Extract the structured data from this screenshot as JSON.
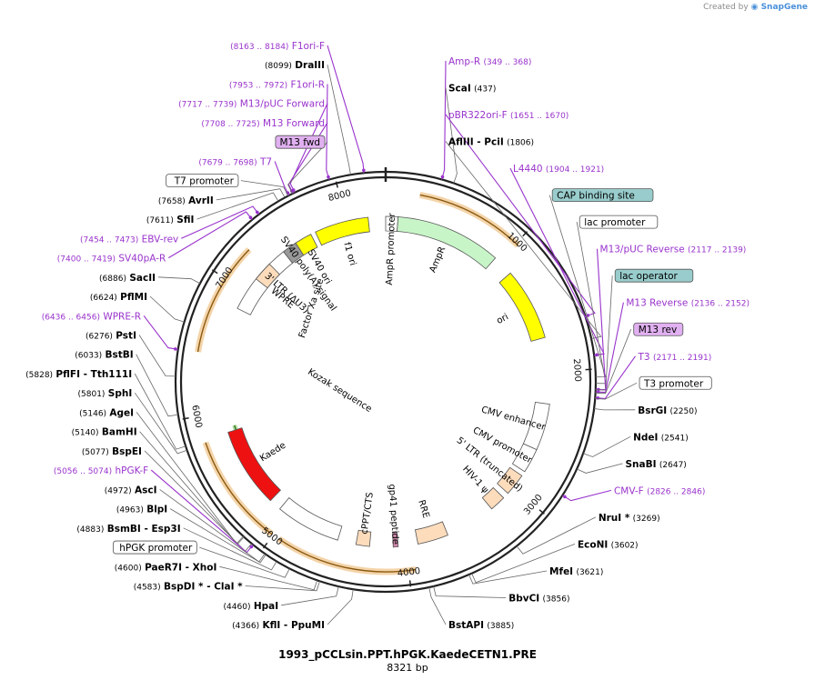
{
  "brand": {
    "prefix": "Created by",
    "name": "SnapGene"
  },
  "plasmid": {
    "name": "1993_pCCLsin.PPT.hPGK.KaedeCETN1.PRE",
    "length_label": "8321 bp",
    "total_bp": 8321
  },
  "colors": {
    "primer": "#9933cc",
    "enzyme": "#000000",
    "orange_feature": "#e6a040",
    "yellow": "#ffff00",
    "green": "#66bb44",
    "lightgreen": "#c8f5c8",
    "red": "#ee1111",
    "peach": "#fddcbc",
    "gray": "#999999",
    "teal_box": "#99cccc",
    "purple_box": "#e0b0f0"
  },
  "ticks": [
    {
      "label": "1000",
      "bp": 1000
    },
    {
      "label": "2000",
      "bp": 2000
    },
    {
      "label": "3000",
      "bp": 3000
    },
    {
      "label": "4000",
      "bp": 4000
    },
    {
      "label": "5000",
      "bp": 5000
    },
    {
      "label": "6000",
      "bp": 6000
    },
    {
      "label": "7000",
      "bp": 7000
    },
    {
      "label": "8000",
      "bp": 8000
    }
  ],
  "labels": [
    {
      "id": "f1ori-f",
      "kind": "primer",
      "coord": "(8163 .. 8184)",
      "name": "F1ori-F",
      "bp": 8184
    },
    {
      "id": "draiii",
      "kind": "enzyme",
      "coord": "(8099)",
      "name": "DraIII",
      "bp": 8099
    },
    {
      "id": "f1ori-r",
      "kind": "primer",
      "coord": "(7953 .. 7972)",
      "name": "F1ori-R",
      "bp": 7960
    },
    {
      "id": "m13-puc-forward",
      "kind": "primer",
      "coord": "(7717 .. 7739)",
      "name": "M13/pUC Forward",
      "bp": 7728
    },
    {
      "id": "m13-forward",
      "kind": "primer",
      "coord": "(7708 .. 7725)",
      "name": "M13 Forward",
      "bp": 7716
    },
    {
      "id": "m13-fwd",
      "kind": "box-purple",
      "coord": "",
      "name": "M13 fwd",
      "bp": 7712
    },
    {
      "id": "t7",
      "kind": "primer",
      "coord": "(7679 .. 7698)",
      "name": "T7",
      "bp": 7688
    },
    {
      "id": "t7-promoter",
      "kind": "box",
      "coord": "",
      "name": "T7 promoter",
      "bp": 7682
    },
    {
      "id": "avrii",
      "kind": "enzyme",
      "coord": "(7658)",
      "name": "AvrII",
      "bp": 7658
    },
    {
      "id": "sfii",
      "kind": "enzyme",
      "coord": "(7611)",
      "name": "SfiI",
      "bp": 7611
    },
    {
      "id": "ebv-rev",
      "kind": "primer",
      "coord": "(7454 .. 7473)",
      "name": "EBV-rev",
      "bp": 7463
    },
    {
      "id": "sv40pa-r",
      "kind": "primer",
      "coord": "(7400 .. 7419)",
      "name": "SV40pA-R",
      "bp": 7410
    },
    {
      "id": "sacii",
      "kind": "enzyme",
      "coord": "(6886)",
      "name": "SacII",
      "bp": 6886
    },
    {
      "id": "pfimi",
      "kind": "enzyme",
      "coord": "(6624)",
      "name": "PflMI",
      "bp": 6624
    },
    {
      "id": "wpre-r",
      "kind": "primer",
      "coord": "(6436 .. 6456)",
      "name": "WPRE-R",
      "bp": 6446
    },
    {
      "id": "psti",
      "kind": "enzyme",
      "coord": "(6276)",
      "name": "PstI",
      "bp": 6276
    },
    {
      "id": "bstbi",
      "kind": "enzyme",
      "coord": "(6033)",
      "name": "BstBI",
      "bp": 6033
    },
    {
      "id": "pflfi",
      "kind": "enzyme",
      "coord": "(5828)",
      "name": "PflFI",
      "extra": "- Tth111I",
      "bp": 5828
    },
    {
      "id": "sphi",
      "kind": "enzyme",
      "coord": "(5801)",
      "name": "SphI",
      "bp": 5801
    },
    {
      "id": "agei",
      "kind": "enzyme",
      "coord": "(5146)",
      "name": "AgeI",
      "bp": 5146
    },
    {
      "id": "bamhi",
      "kind": "enzyme",
      "coord": "(5140)",
      "name": "BamHI",
      "bp": 5140
    },
    {
      "id": "bspei",
      "kind": "enzyme",
      "coord": "(5077)",
      "name": "BspEI",
      "bp": 5077
    },
    {
      "id": "hpgk-f",
      "kind": "primer",
      "coord": "(5056 .. 5074)",
      "name": "hPGK-F",
      "bp": 5065
    },
    {
      "id": "asci",
      "kind": "enzyme",
      "coord": "(4972)",
      "name": "AscI",
      "bp": 4972
    },
    {
      "id": "blpi",
      "kind": "enzyme",
      "coord": "(4963)",
      "name": "BlpI",
      "bp": 4963
    },
    {
      "id": "bsmbi",
      "kind": "enzyme",
      "coord": "(4883)",
      "name": "BsmBI",
      "extra": "- Esp3I",
      "bp": 4883
    },
    {
      "id": "hpgk-promoter",
      "kind": "box",
      "coord": "",
      "name": "hPGK promoter",
      "bp": 4790
    },
    {
      "id": "paer7i",
      "kind": "enzyme",
      "coord": "(4600)",
      "name": "PaeR7I",
      "extra": "- XhoI",
      "bp": 4600
    },
    {
      "id": "bspdi",
      "kind": "enzyme",
      "coord": "(4583)",
      "name": "BspDI *",
      "extra": "- ClaI *",
      "bp": 4583
    },
    {
      "id": "hpai",
      "kind": "enzyme",
      "coord": "(4460)",
      "name": "HpaI",
      "bp": 4460
    },
    {
      "id": "kfli",
      "kind": "enzyme",
      "coord": "(4366)",
      "name": "KflI",
      "extra": "- PpuMI",
      "bp": 4366
    },
    {
      "id": "amp-r",
      "kind": "primer",
      "coord": "(349 .. 368)",
      "name": "Amp-R",
      "bp": 358,
      "right": true
    },
    {
      "id": "scai",
      "kind": "enzyme",
      "coord": "(437)",
      "name": "ScaI",
      "bp": 437,
      "right": true
    },
    {
      "id": "pbr322ori-f",
      "kind": "primer",
      "coord": "(1651 .. 1670)",
      "name": "pBR322ori-F",
      "bp": 1660,
      "right": true
    },
    {
      "id": "afliii",
      "kind": "enzyme",
      "coord": "(1806)",
      "name": "AflIII",
      "extra": "- PciI",
      "bp": 1806,
      "right": true
    },
    {
      "id": "l4440",
      "kind": "primer",
      "coord": "(1904 .. 1921)",
      "name": "L4440",
      "bp": 1912,
      "right": true
    },
    {
      "id": "cap-binding-site",
      "kind": "box-teal",
      "coord": "",
      "name": "CAP binding site",
      "bp": 2050,
      "right": true
    },
    {
      "id": "lac-promoter",
      "kind": "box",
      "coord": "",
      "name": "lac promoter",
      "bp": 2090,
      "right": true
    },
    {
      "id": "m13-puc-reverse",
      "kind": "primer",
      "coord": "(2117 .. 2139)",
      "name": "M13/pUC Reverse",
      "bp": 2128,
      "right": true
    },
    {
      "id": "lac-operator",
      "kind": "box-teal",
      "coord": "",
      "name": "lac operator",
      "bp": 2130,
      "right": true
    },
    {
      "id": "m13-reverse",
      "kind": "primer",
      "coord": "(2136 .. 2152)",
      "name": "M13 Reverse",
      "bp": 2144,
      "right": true
    },
    {
      "id": "m13-rev",
      "kind": "box-purple",
      "coord": "",
      "name": "M13 rev",
      "bp": 2150,
      "right": true
    },
    {
      "id": "t3",
      "kind": "primer",
      "coord": "(2171 .. 2191)",
      "name": "T3",
      "bp": 2181,
      "right": true
    },
    {
      "id": "t3-promoter",
      "kind": "box",
      "coord": "",
      "name": "T3 promoter",
      "bp": 2185,
      "right": true
    },
    {
      "id": "bsrgi",
      "kind": "enzyme",
      "coord": "(2250)",
      "name": "BsrGI",
      "bp": 2250,
      "right": true
    },
    {
      "id": "ndei",
      "kind": "enzyme",
      "coord": "(2541)",
      "name": "NdeI",
      "bp": 2541,
      "right": true
    },
    {
      "id": "snabi",
      "kind": "enzyme",
      "coord": "(2647)",
      "name": "SnaBI",
      "bp": 2647,
      "right": true
    },
    {
      "id": "cmv-f",
      "kind": "primer",
      "coord": "(2826 .. 2846)",
      "name": "CMV-F",
      "bp": 2836,
      "right": true
    },
    {
      "id": "nrui",
      "kind": "enzyme",
      "coord": "(3269)",
      "name": "NruI *",
      "bp": 3269,
      "right": true
    },
    {
      "id": "econi",
      "kind": "enzyme",
      "coord": "(3602)",
      "name": "EcoNI",
      "bp": 3602,
      "right": true
    },
    {
      "id": "mfei",
      "kind": "enzyme",
      "coord": "(3621)",
      "name": "MfeI",
      "bp": 3621,
      "right": true
    },
    {
      "id": "bbvci",
      "kind": "enzyme",
      "coord": "(3856)",
      "name": "BbvCI",
      "bp": 3856,
      "right": true
    },
    {
      "id": "bstapi",
      "kind": "enzyme",
      "coord": "(3885)",
      "name": "BstAPI",
      "bp": 3885,
      "right": true
    }
  ],
  "features": [
    {
      "id": "f1-ori",
      "label": "f1 ori",
      "start": 7740,
      "end": 8180,
      "color": "#ffff00",
      "strand": 1
    },
    {
      "id": "ampr-promoter",
      "label": "AmpR promoter",
      "start": 0,
      "end": 100,
      "color": "#ffffff",
      "strand": 1
    },
    {
      "id": "ampr",
      "label": "AmpR",
      "start": 100,
      "end": 960,
      "color": "#c8f5c8",
      "strand": 1
    },
    {
      "id": "ori",
      "label": "ori",
      "start": 1130,
      "end": 1720,
      "color": "#ffff00",
      "strand": 1
    },
    {
      "id": "cmv-enhancer",
      "label": "CMV enhancer",
      "start": 2260,
      "end": 2640,
      "color": "#ffffff",
      "strand": 1
    },
    {
      "id": "cmv-promoter",
      "label": "CMV promoter",
      "start": 2640,
      "end": 2840,
      "color": "#ffffff",
      "strand": 1
    },
    {
      "id": "ltr-5",
      "label": "5' LTR (truncated)",
      "start": 2880,
      "end": 3060,
      "color": "#fddcbc",
      "strand": 0
    },
    {
      "id": "hiv-psi",
      "label": "HIV-1 ψ",
      "start": 3110,
      "end": 3240,
      "color": "#fddcbc",
      "strand": 0
    },
    {
      "id": "rre",
      "label": "RRE",
      "start": 3650,
      "end": 3900,
      "color": "#fddcbc",
      "strand": 0
    },
    {
      "id": "gp41",
      "label": "gp41 peptide",
      "start": 4060,
      "end": 4100,
      "color": "#cc88aa",
      "strand": 0
    },
    {
      "id": "cppt",
      "label": "cPPT/CTS",
      "start": 4290,
      "end": 4400,
      "color": "#fddcbc",
      "strand": 0
    },
    {
      "id": "hpgk-prom-feat",
      "label": "",
      "start": 4550,
      "end": 5080,
      "color": "#ffffff",
      "strand": 1
    },
    {
      "id": "kaede",
      "label": "Kaede",
      "start": 5180,
      "end": 5830,
      "color": "#ee1111",
      "strand": 1
    },
    {
      "id": "wpre",
      "label": "WPRE",
      "start": 6850,
      "end": 7440,
      "color": "#ffffff",
      "strand": -1
    },
    {
      "id": "ltr-3",
      "label": "3' LTR (ΔU3)",
      "start": 7130,
      "end": 7290,
      "color": "#fddcbc",
      "strand": 0
    },
    {
      "id": "sv40-polya",
      "label": "SV40 poly(A) signal",
      "start": 7440,
      "end": 7560,
      "color": "#999999",
      "strand": 0
    },
    {
      "id": "sv40-ori",
      "label": "SV40 ori",
      "start": 7560,
      "end": 7700,
      "color": "#ffff00",
      "strand": 0
    }
  ],
  "orange_arcs": [
    {
      "id": "orange-arc-1",
      "start": 240,
      "end": 1020
    },
    {
      "id": "orange-arc-2",
      "start": 3950,
      "end": 4950
    },
    {
      "id": "orange-arc-3",
      "start": 5010,
      "end": 5810
    },
    {
      "id": "orange-arc-4",
      "start": 6450,
      "end": 7260
    }
  ],
  "green_arcs": [
    {
      "id": "green-arc-1",
      "start": 4570,
      "end": 5050
    },
    {
      "id": "green-arc-2",
      "start": 5300,
      "end": 5870
    }
  ],
  "inner_labels": [
    {
      "id": "factor-xa-label",
      "text": "Factor Xa site"
    },
    {
      "id": "kozak-label",
      "text": "Kozak sequence"
    }
  ]
}
